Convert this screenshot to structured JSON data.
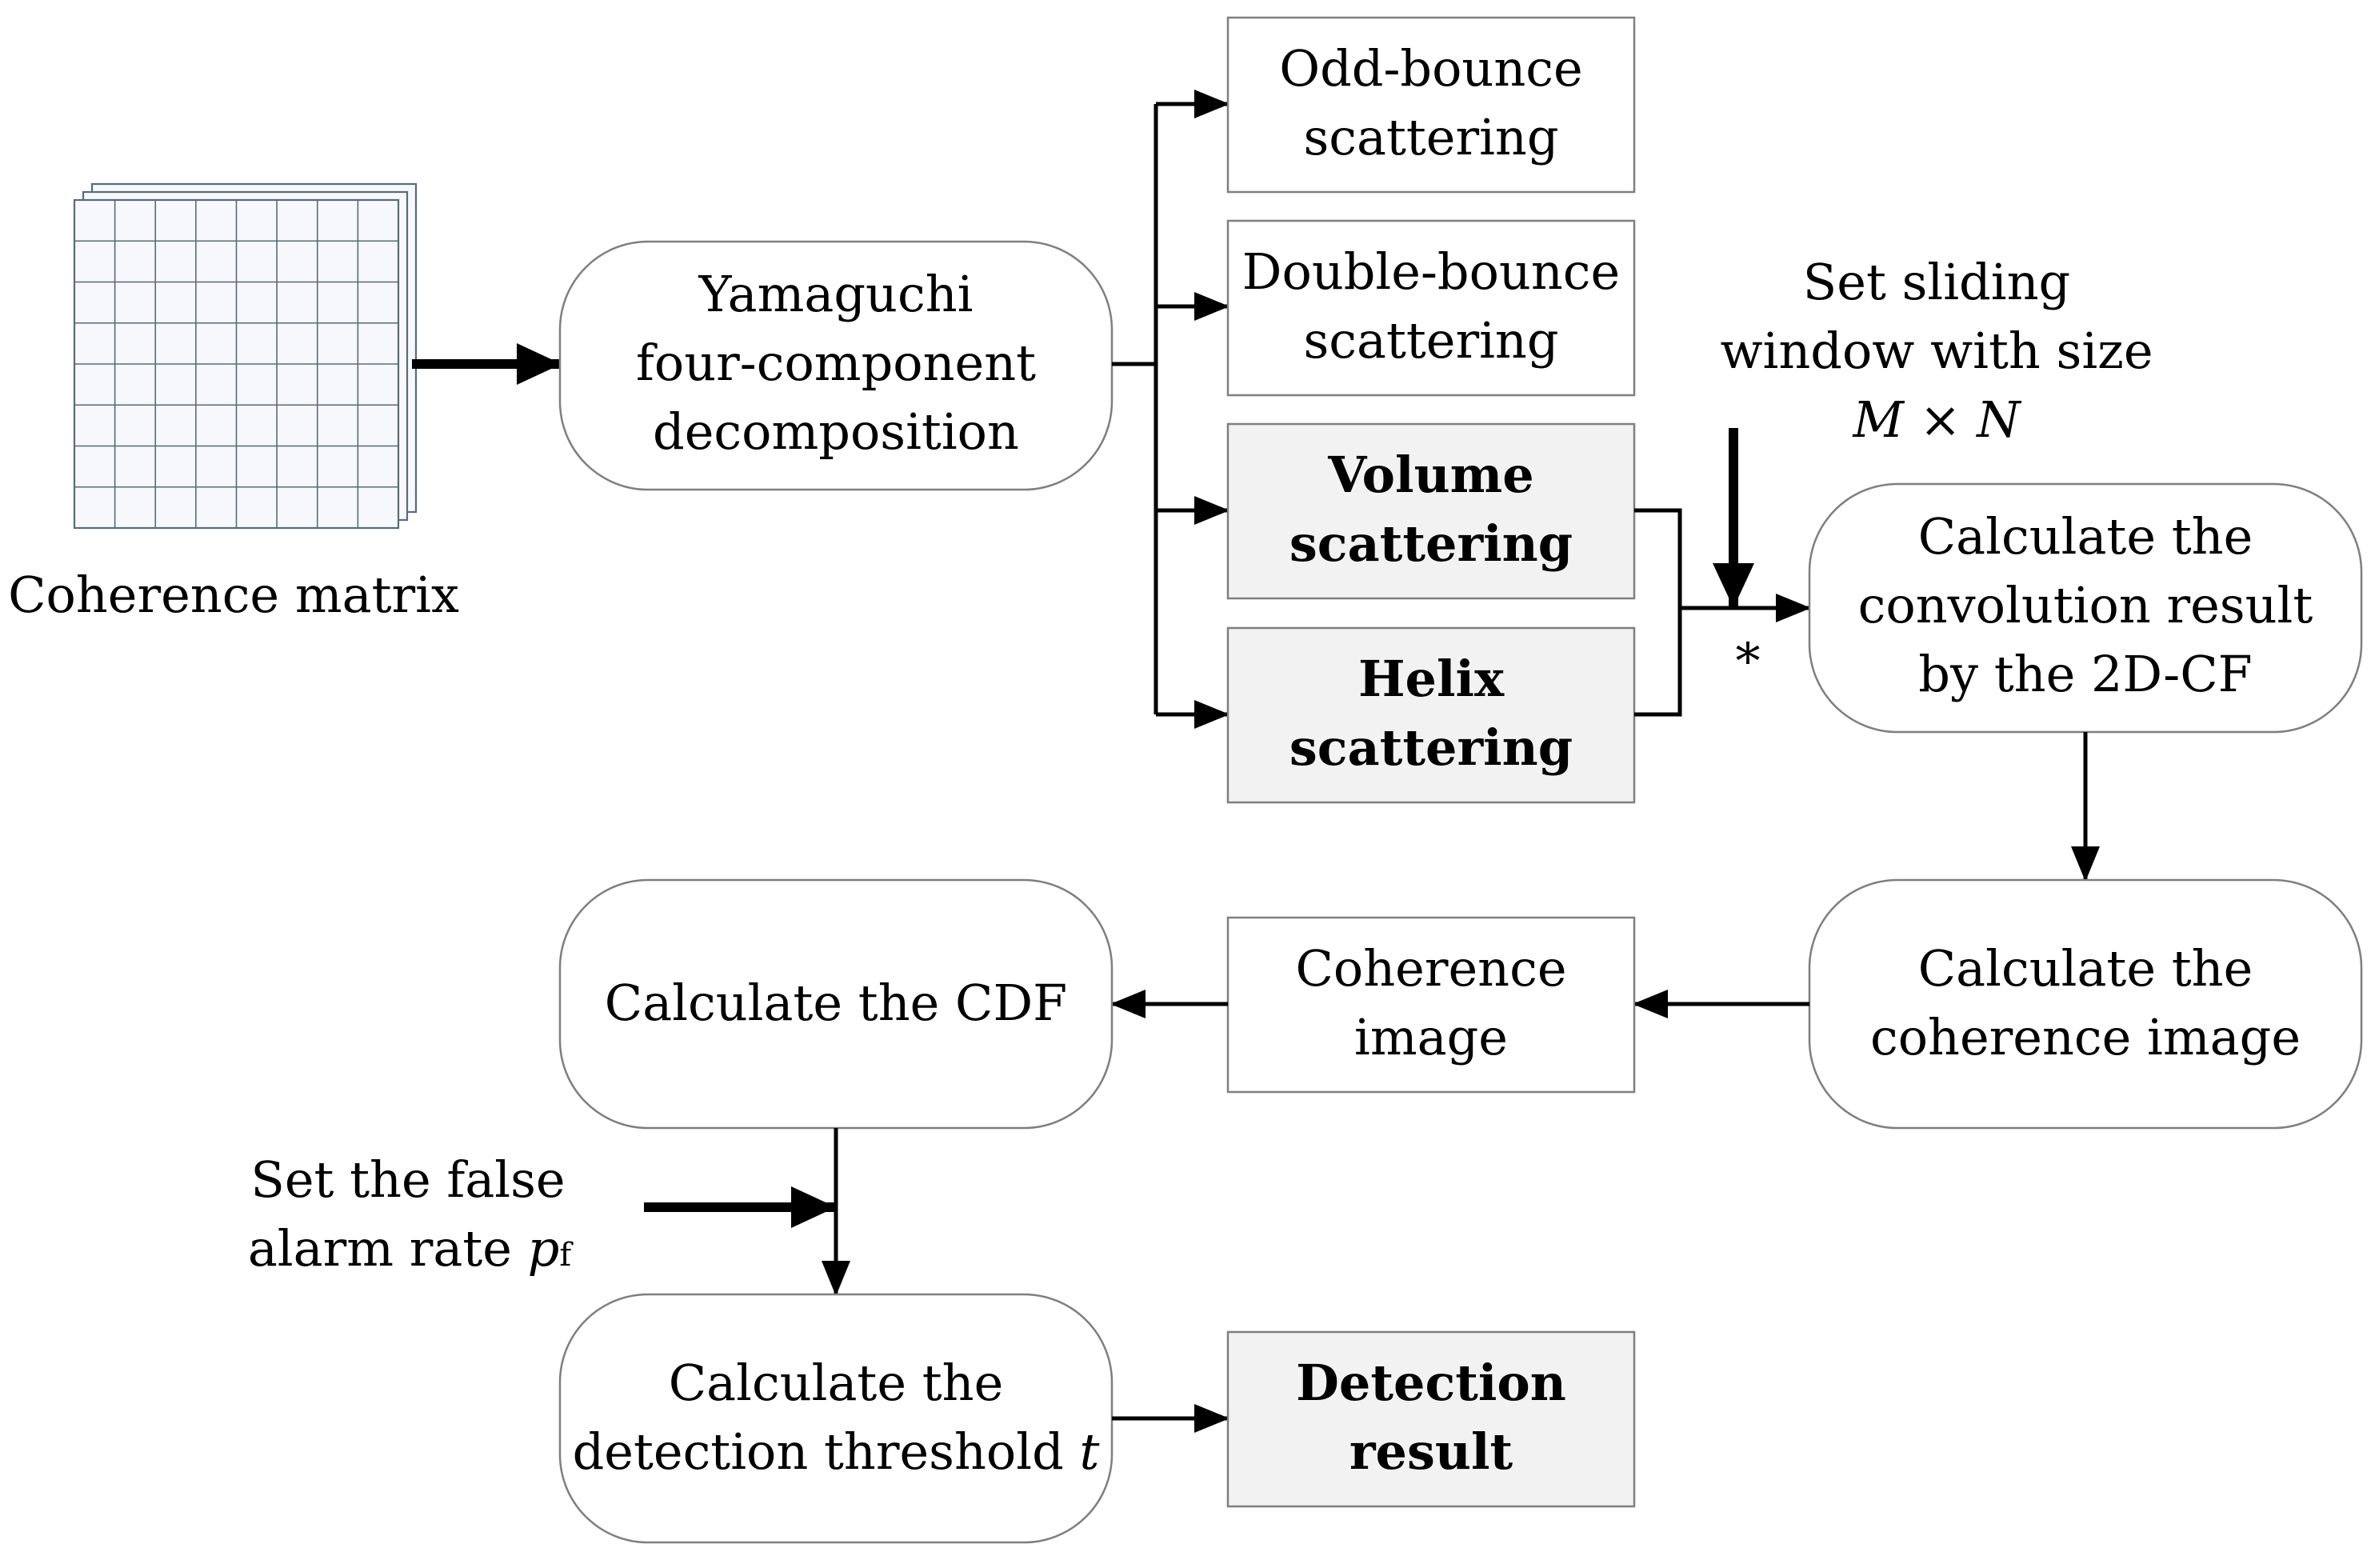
{
  "coherence_matrix": {
    "label": "Coherence matrix"
  },
  "yamaguchi": {
    "lines": [
      "Yamaguchi",
      "four-component",
      "decomposition"
    ]
  },
  "odd_bounce": {
    "lines": [
      "Odd-bounce",
      "scattering"
    ]
  },
  "double_bounce": {
    "lines": [
      "Double-bounce",
      "scattering"
    ]
  },
  "volume": {
    "lines": [
      "Volume",
      "scattering"
    ]
  },
  "helix": {
    "lines": [
      "Helix",
      "scattering"
    ]
  },
  "sliding_window": {
    "lines": [
      "Set sliding",
      "window with size"
    ],
    "size_expr": "M × N"
  },
  "convolution_operator": "*",
  "convolution": {
    "lines": [
      "Calculate the",
      "convolution result",
      "by the 2D-CF"
    ]
  },
  "coherence_calc": {
    "lines": [
      "Calculate the",
      "coherence image"
    ]
  },
  "coherence_image": {
    "lines": [
      "Coherence",
      "image"
    ]
  },
  "cdf": {
    "label": "Calculate the CDF"
  },
  "false_alarm": {
    "line1": "Set the false",
    "line2": "alarm rate ",
    "symbol": "p",
    "subscript": "f"
  },
  "threshold": {
    "line1": "Calculate the",
    "line2": "detection threshold ",
    "symbol": "t"
  },
  "detection": {
    "lines": [
      "Detection",
      "result"
    ]
  }
}
